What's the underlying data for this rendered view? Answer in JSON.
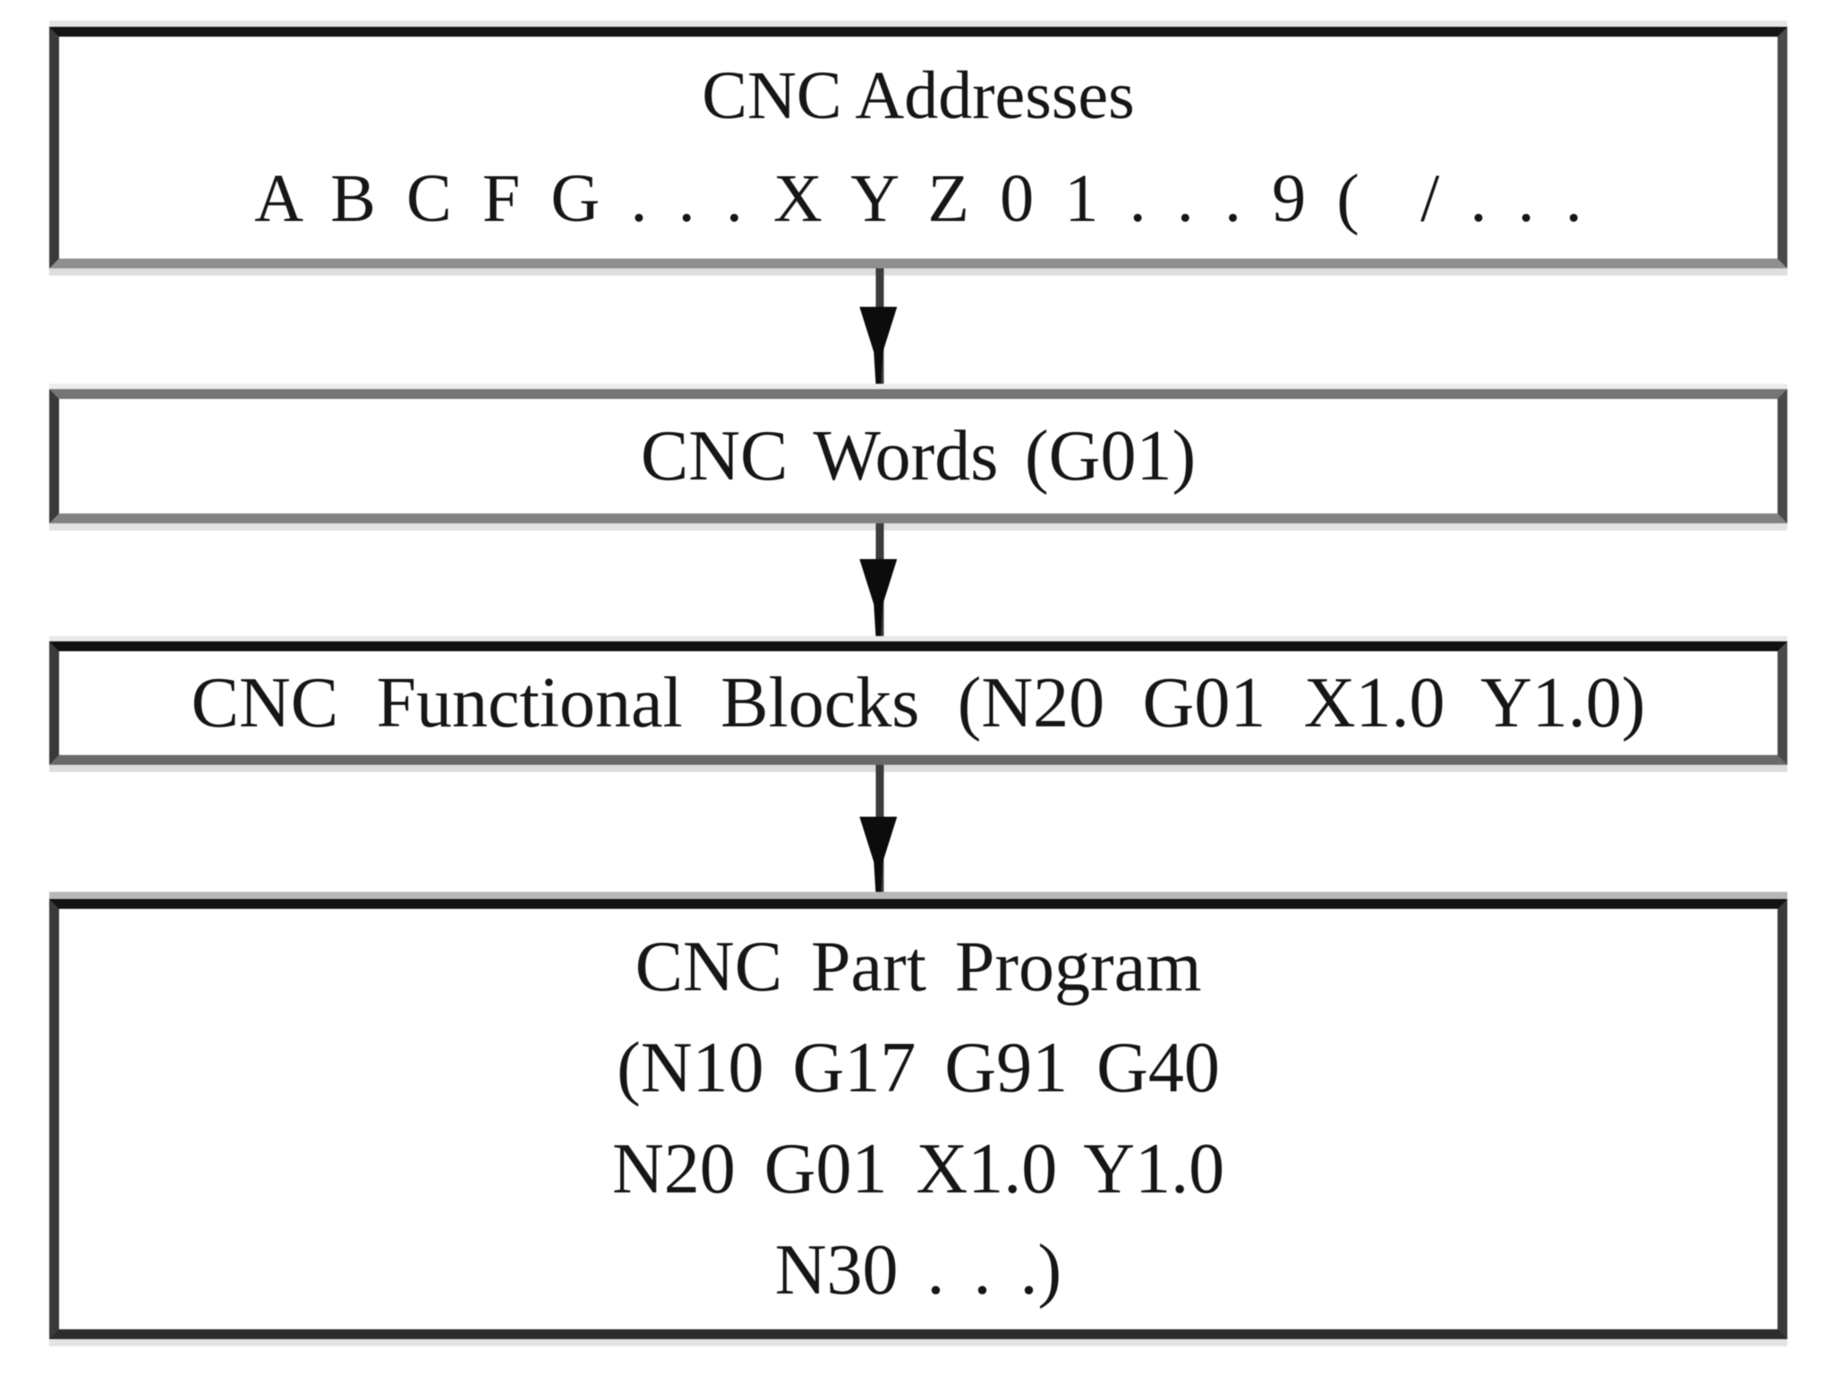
{
  "diagram": {
    "background_color": "#ffffff",
    "box_fill": "#ffffff",
    "border_color": "#1c1c1c",
    "text_color": "#161616",
    "boxes": [
      {
        "id": "cnc-addresses",
        "lines": [
          "CNC Addresses",
          "A B C F G . . . X Y Z 0 1 . . . 9 (  / . . ."
        ]
      },
      {
        "id": "cnc-words",
        "lines": [
          "CNC Words (G01)"
        ]
      },
      {
        "id": "cnc-functional-blocks",
        "lines": [
          "CNC Functional Blocks (N20 G01 X1.0 Y1.0)"
        ]
      },
      {
        "id": "cnc-part-program",
        "lines": [
          "CNC Part Program",
          "(N10 G17 G91 G40",
          "N20 G01 X1.0 Y1.0",
          "N30 . . .)"
        ]
      }
    ],
    "arrows": [
      {
        "from": "cnc-addresses",
        "to": "cnc-words",
        "direction": "down"
      },
      {
        "from": "cnc-words",
        "to": "cnc-functional-blocks",
        "direction": "down"
      },
      {
        "from": "cnc-functional-blocks",
        "to": "cnc-part-program",
        "direction": "down"
      }
    ]
  }
}
